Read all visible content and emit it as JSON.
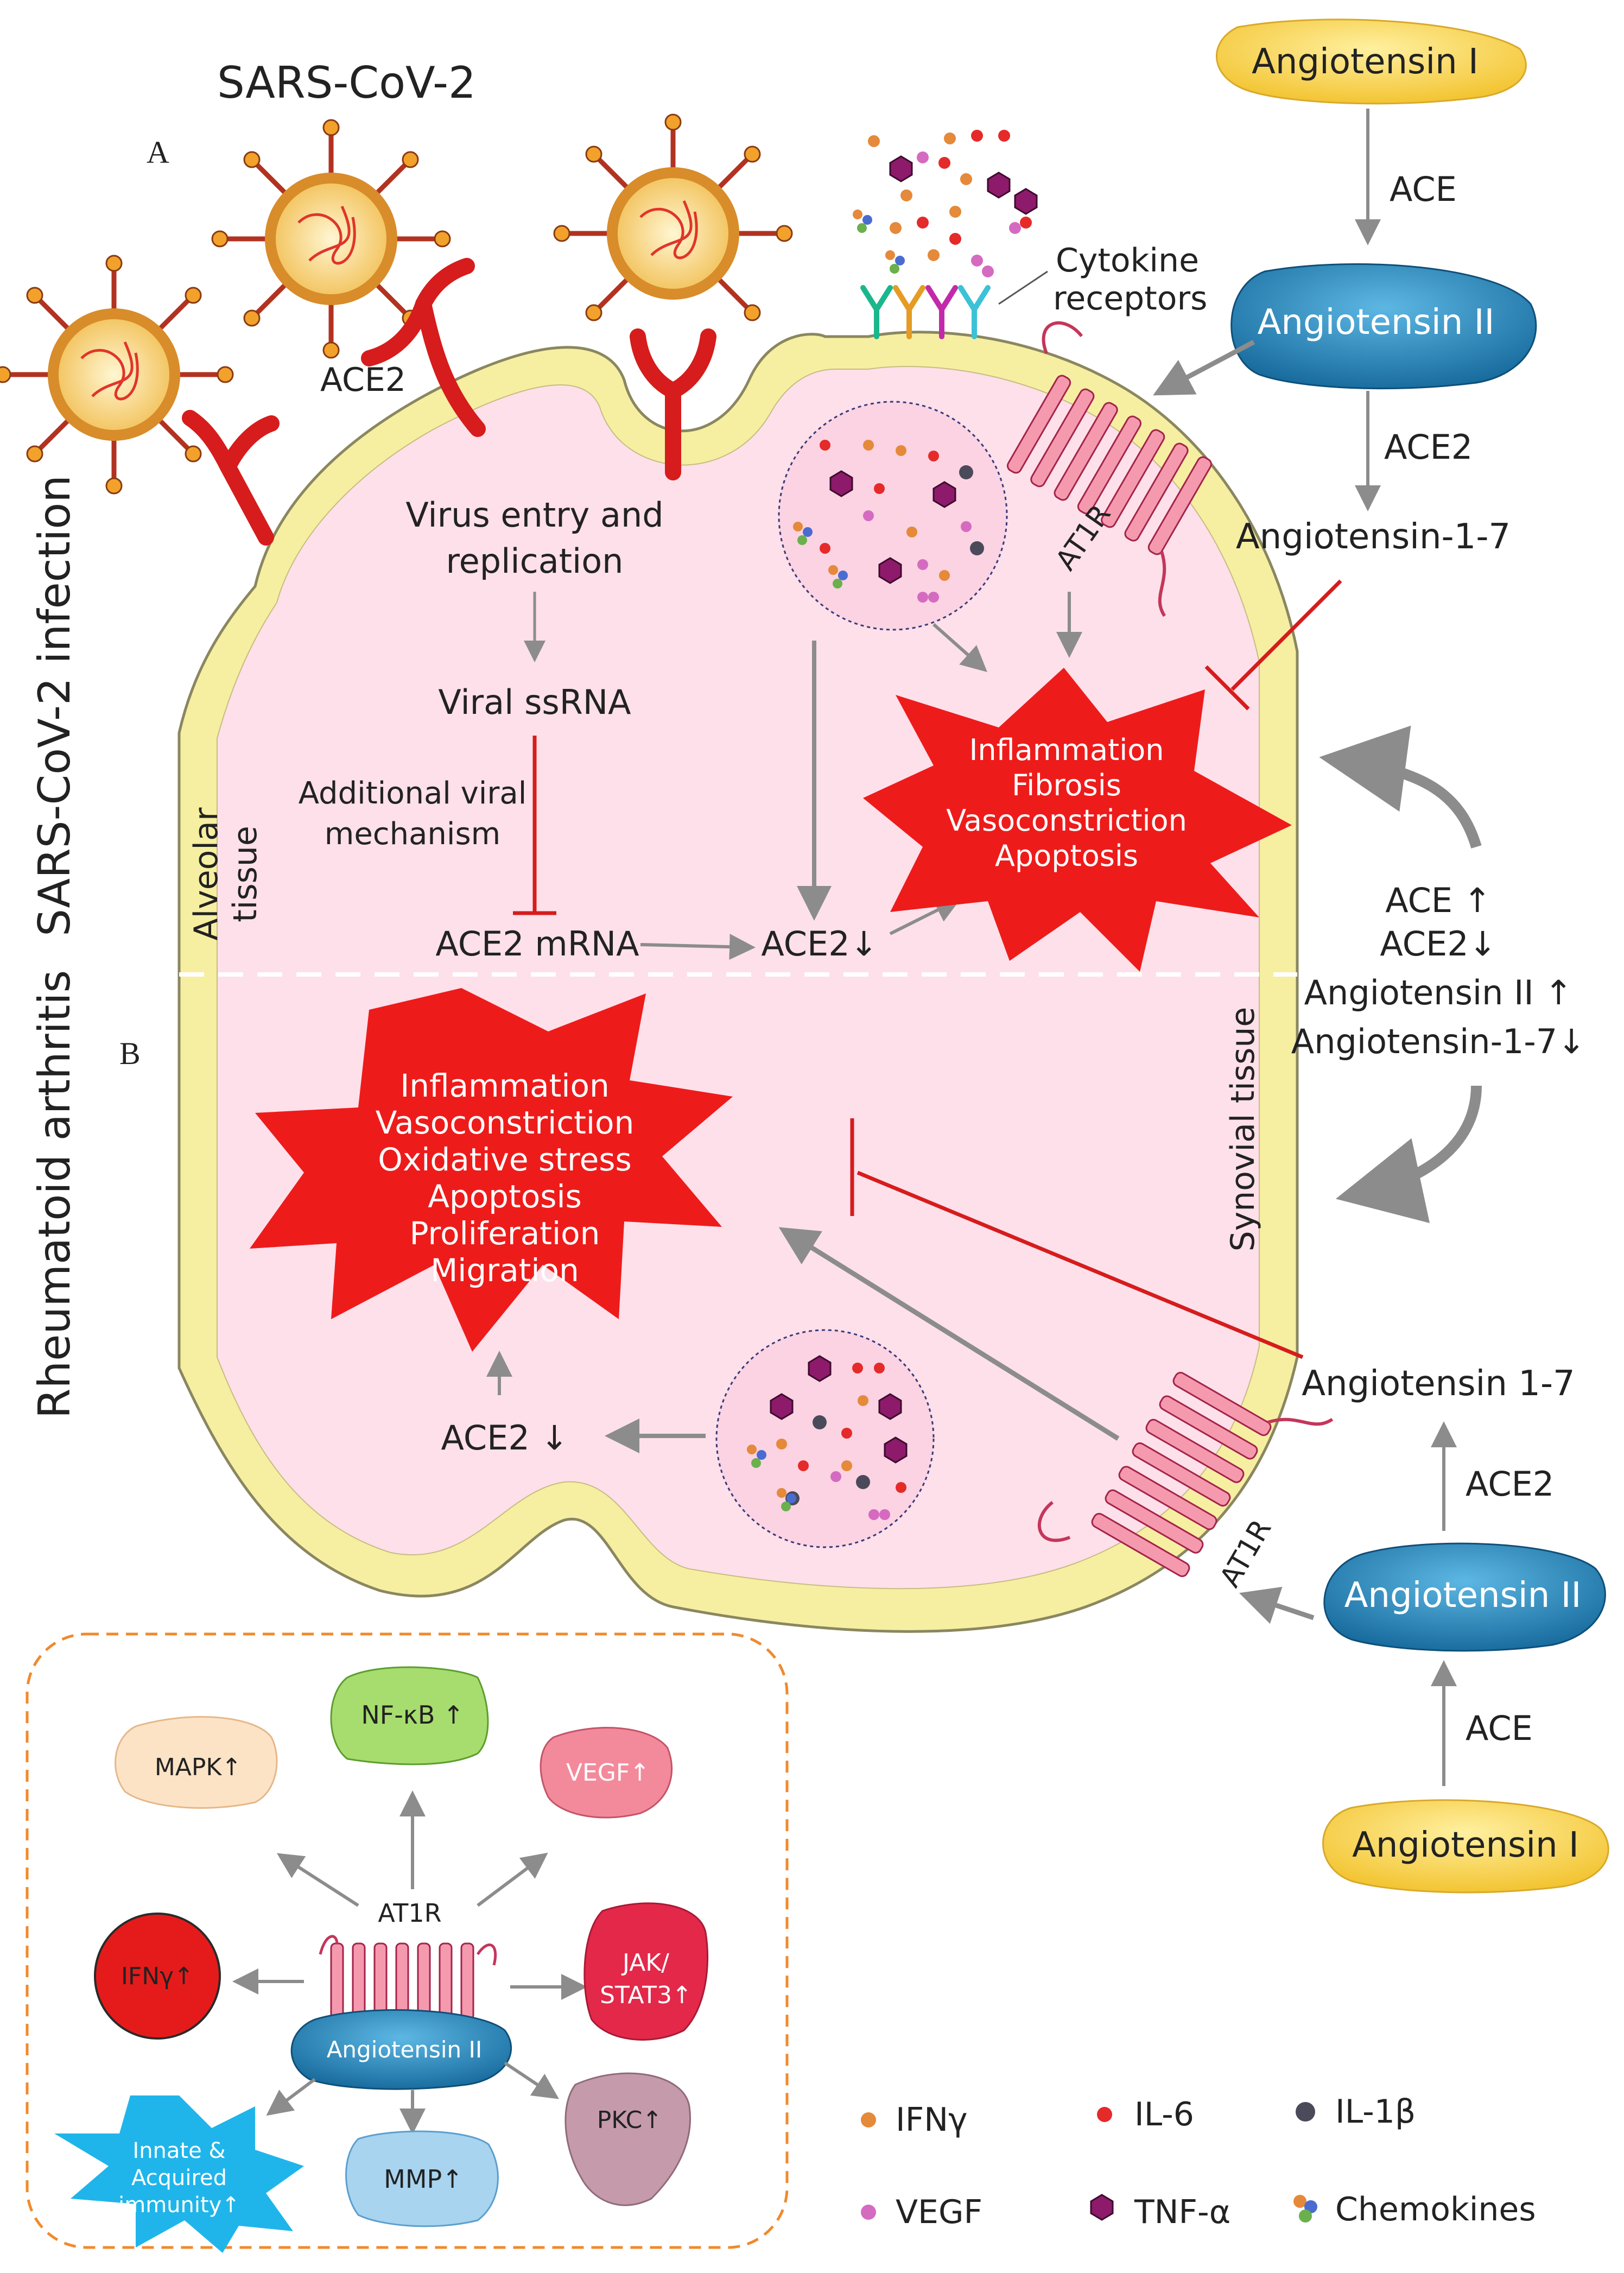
{
  "virus_label": "SARS-CoV-2",
  "panel_a": "A",
  "panel_b": "B",
  "side_a": "SARS-CoV-2 infection",
  "side_b": "Rheumatoid arthritis",
  "alveolar": [
    "Alveolar",
    "tissue"
  ],
  "synovial": "Synovial tissue",
  "ace2_receptor": "ACE2",
  "cytokine_receptors": [
    "Cytokine",
    "receptors"
  ],
  "cell_a": {
    "virus_entry": [
      "Virus entry and",
      "replication"
    ],
    "viral_ssrna": "Viral ssRNA",
    "additional": [
      "Additional viral",
      "mechanism"
    ],
    "ace2_mrna": "ACE2 mRNA",
    "ace2_down": "ACE2↓",
    "at1r": "AT1R",
    "star": [
      "Inflammation",
      "Fibrosis",
      "Vasoconstriction",
      "Apoptosis"
    ]
  },
  "cell_b": {
    "star": [
      "Inflammation",
      "Vasoconstriction",
      "Oxidative stress",
      "Apoptosis",
      "Proliferation",
      "Migration"
    ],
    "ace2_down": "ACE2 ↓",
    "at1r": "AT1R"
  },
  "ras_top": {
    "ang1": "Angiotensin I",
    "ace": "ACE",
    "ang2": "Angiotensin II",
    "ace2": "ACE2",
    "ang17": "Angiotensin-1-7"
  },
  "ras_bottom": {
    "ang17": "Angiotensin 1-7",
    "ace2": "ACE2",
    "ang2": "Angiotensin II",
    "ace": "ACE",
    "ang1": "Angiotensin I"
  },
  "middle_changes": [
    "ACE ↑",
    "ACE2↓",
    "Angiotensin II ↑",
    "Angiotensin-1-7↓"
  ],
  "inset": {
    "at1r": "AT1R",
    "ang2": "Angiotensin II",
    "nfkb": "NF-κB ↑",
    "mapk": "MAPK↑",
    "vegf": "VEGF↑",
    "ifng": "IFNγ↑",
    "jak": [
      "JAK/",
      "STAT3↑"
    ],
    "pkc": "PKC↑",
    "mmp": "MMP↑",
    "immunity": [
      "Innate &",
      "Acquired",
      "immunity↑"
    ]
  },
  "legend": {
    "ifng": "IFNγ",
    "il6": "IL-6",
    "il1b": "IL-1β",
    "vegf": "VEGF",
    "tnfa": "TNF-α",
    "chemokines": "Chemokines"
  },
  "colors": {
    "cell_fill": "#fde0ea",
    "membrane": "#f6efa2",
    "star_red": "#ee1b1b",
    "receptor_red": "#e01e1e",
    "ang_blue": "#1f82b8",
    "ang_yellow": "#f8d23c",
    "arrow_grey": "#8c8c8c",
    "inset_border": "#f08a2c"
  }
}
